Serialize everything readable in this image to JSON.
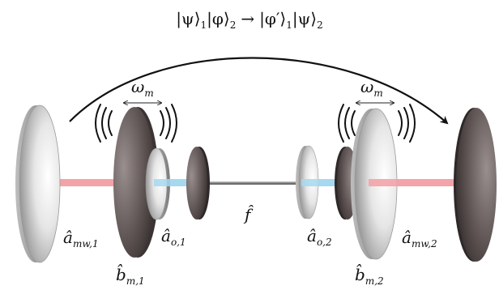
{
  "title": {
    "ket1": "|ψ⟩",
    "sub1": "1",
    "ket2": "|φ⟩",
    "sub2": "2",
    "arrow": "→",
    "ket3": "|φ′⟩",
    "sub3": "1",
    "ket4": "|ψ⟩",
    "sub4": "2"
  },
  "labels": {
    "omega_left": {
      "base": "ω",
      "sub": "m"
    },
    "omega_right": {
      "base": "ω",
      "sub": "m"
    },
    "a_mw_1": {
      "base": "â",
      "sub": "mw,1"
    },
    "a_o_1": {
      "base": "â",
      "sub": "o,1"
    },
    "b_m_1": {
      "base": "b̂",
      "sub": "m,1"
    },
    "f": {
      "base": "f̂"
    },
    "a_o_2": {
      "base": "â",
      "sub": "o,2"
    },
    "a_mw_2": {
      "base": "â",
      "sub": "mw,2"
    },
    "b_m_2": {
      "base": "b̂",
      "sub": "m,2"
    }
  },
  "colors": {
    "microwave_beam": "#f3a3a8",
    "optical_beam": "#a6d8ee",
    "fiber": "#6e6e6e",
    "dark_mirror": "#5a4f4f",
    "light_mirror": "#d8d8d8"
  }
}
